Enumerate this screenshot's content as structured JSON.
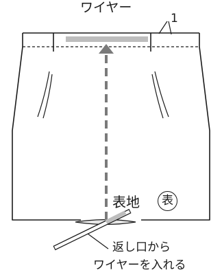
{
  "labels": {
    "wire": "ワイヤー",
    "part_number": "1",
    "right_side_fabric": "表地",
    "right_side_mark": "表",
    "note_line1": "返し口から",
    "note_line2": "ワイヤーを入れる"
  },
  "colors": {
    "line": "#1a1a1a",
    "wire": "#bdbdbd",
    "arrow": "#7a7a7a"
  }
}
